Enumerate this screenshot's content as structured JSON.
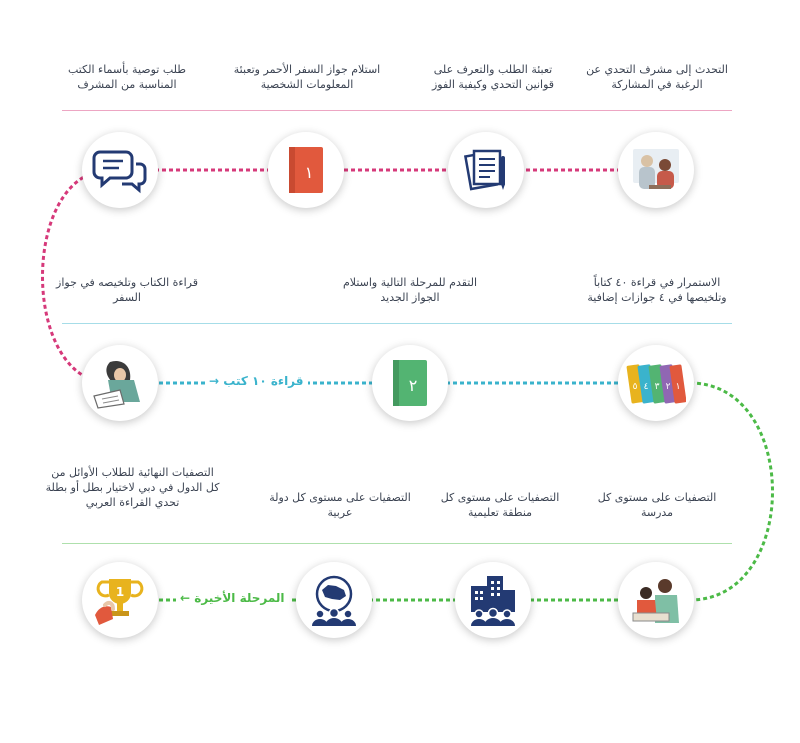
{
  "steps": [
    {
      "text": "التحدث إلى مشرف التحدي عن الرغبة في المشاركة",
      "icon": "students-meeting-icon"
    },
    {
      "text": "تعبئة الطلب والتعرف على قوانين التحدي وكيفية الفوز",
      "icon": "document-pen-icon"
    },
    {
      "text": "استلام جواز السفر الأحمر وتعبئة المعلومات الشخصية",
      "icon": "red-passport-icon",
      "icon_text": "١"
    },
    {
      "text": "طلب توصية بأسماء الكتب المناسبة من المشرف",
      "icon": "speech-bubbles-icon"
    },
    {
      "text": "قراءة الكتاب وتلخيصه في جواز السفر",
      "icon": "student-reading-icon"
    },
    {
      "text": "التقدم للمرحلة التالية واستلام الجواز الجديد",
      "icon": "green-passport-icon",
      "icon_text": "٢"
    },
    {
      "text": "الاستمرار في قراءة ٤٠ كتاباً وتلخيصها في ٤ جوازات إضافية",
      "icon": "passport-stack-icon",
      "icon_text": [
        "٥",
        "٤",
        "٣",
        "٢",
        "١"
      ]
    },
    {
      "text": "التصفيات على مستوى كل مدرسة",
      "icon": "teacher-student-icon"
    },
    {
      "text": "التصفيات على مستوى كل منطقة تعليمية",
      "icon": "buildings-people-icon"
    },
    {
      "text": "التصفيات على مستوى كل دولة عربية",
      "icon": "arab-map-people-icon"
    },
    {
      "text": "التصفيات النهائية للطلاب الأوائل من كل الدول في دبي لاختيار بطل أو بطلة تحدي القراءة العربي",
      "icon": "trophy-icon",
      "icon_text": "1"
    }
  ],
  "labels": {
    "read_books": "قراءة ١٠ كتب",
    "final_stage": "المرحلة الأخيرة"
  },
  "colors": {
    "row1": "#d6397a",
    "row2": "#3ab3cc",
    "row3": "#4cba47",
    "text": "#3b4352",
    "icon_navy": "#233a73",
    "passport_red": "#e1593d",
    "passport_green": "#53b472",
    "trophy_gold": "#e8b31e"
  }
}
